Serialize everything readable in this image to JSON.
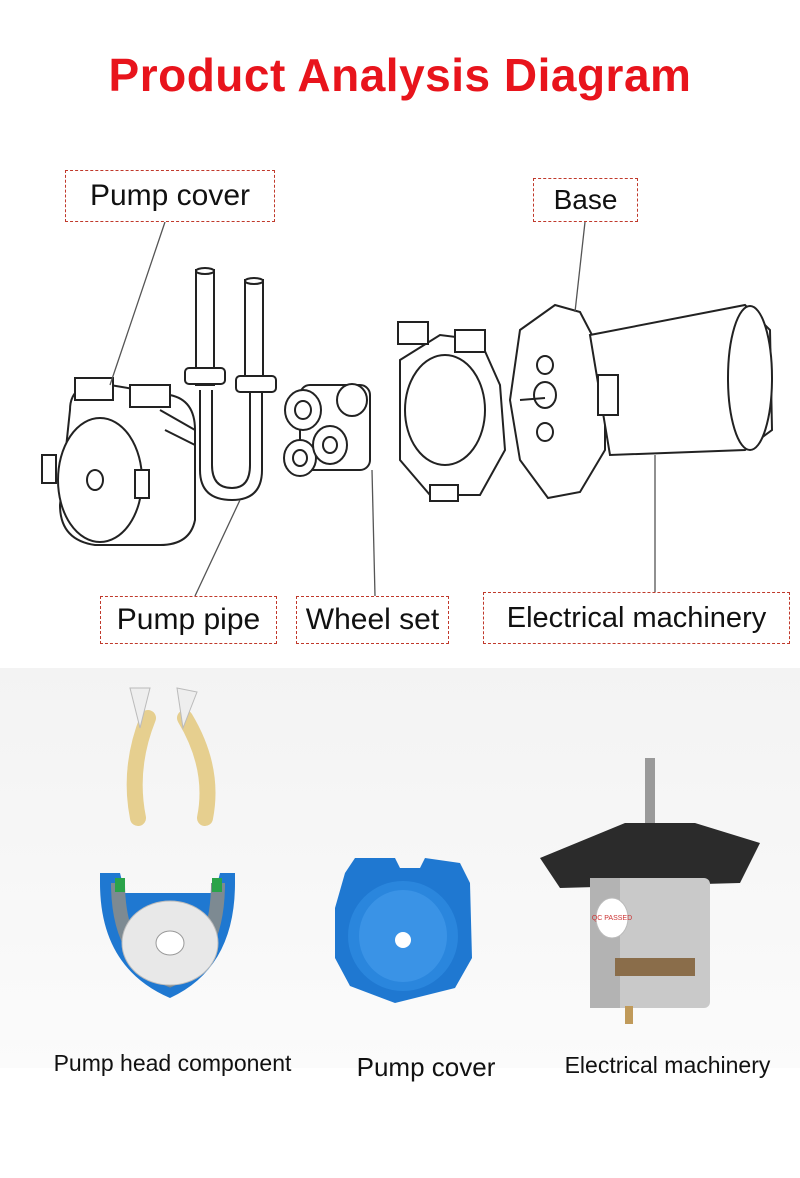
{
  "title": "Product Analysis Diagram",
  "callouts": {
    "pump_cover": "Pump cover",
    "base": "Base",
    "pump_pipe": "Pump pipe",
    "wheel_set": "Wheel set",
    "electrical_machinery": "Electrical machinery"
  },
  "photo_labels": {
    "pump_head": "Pump head component",
    "pump_cover": "Pump cover",
    "electrical_machinery": "Electrical machinery"
  },
  "colors": {
    "title": "#e8141c",
    "callout_border": "#c0392b",
    "pump_blue": "#1f78d1",
    "tube": "#e6cf8f",
    "motor_bracket": "#2b2b2b"
  },
  "motor_label_text": "QC PASSED"
}
